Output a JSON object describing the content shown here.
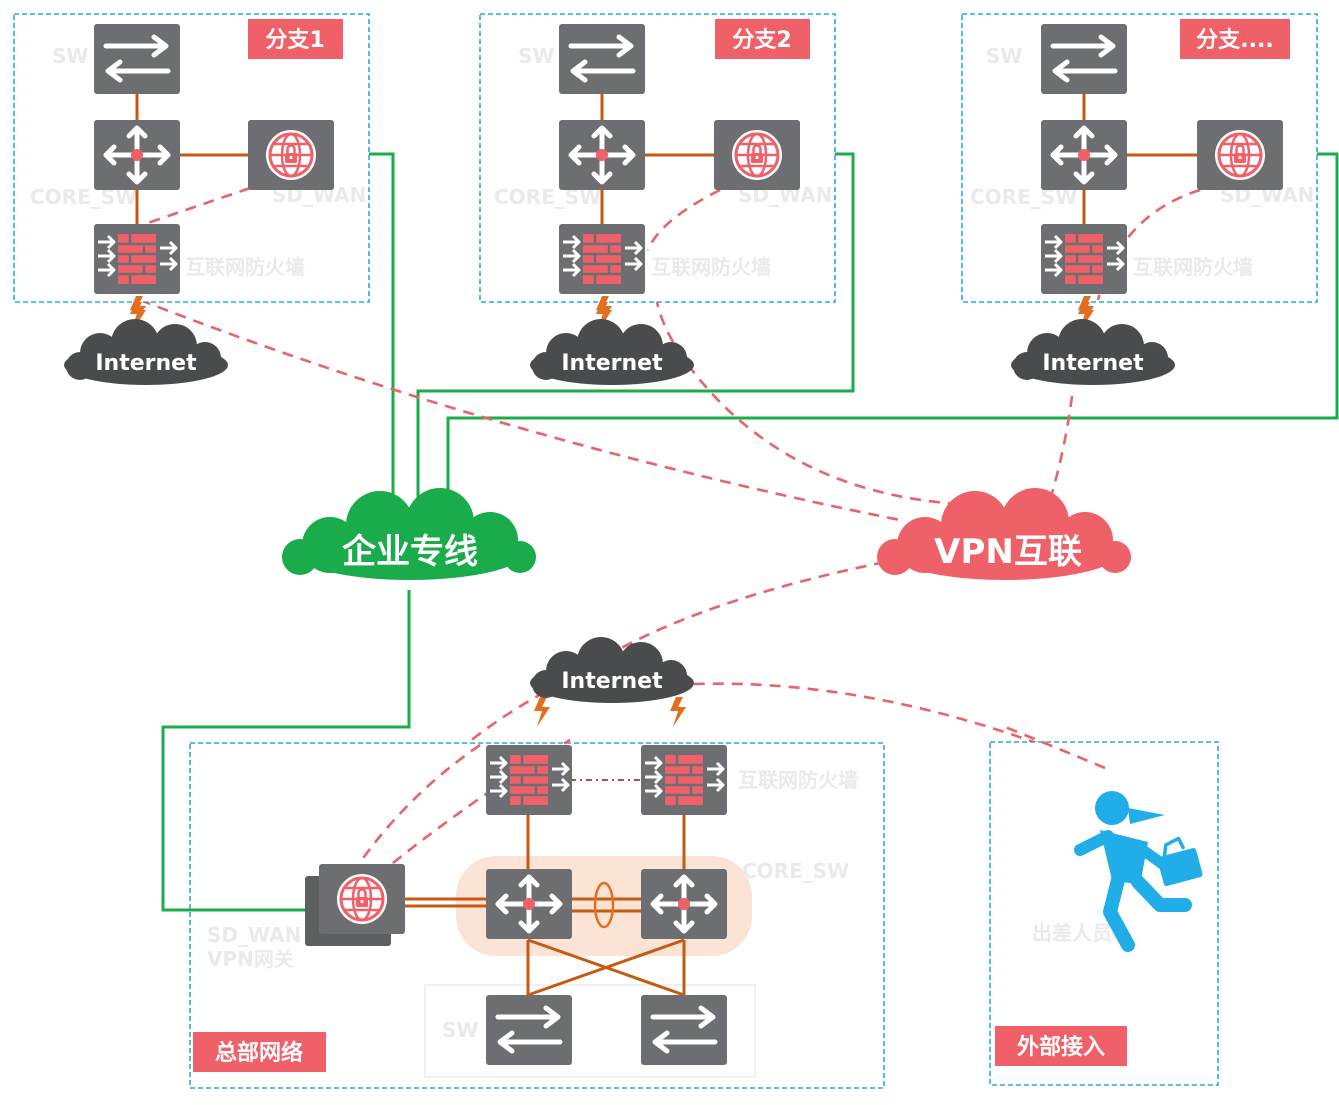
{
  "branches": [
    {
      "tag": "分支1",
      "sw": "SW",
      "core": "CORE_SW",
      "sdwan": "SD_WAN",
      "firewall": "互联网防火墙",
      "internet": "Internet"
    },
    {
      "tag": "分支2",
      "sw": "SW",
      "core": "CORE_SW",
      "sdwan": "SD_WAN",
      "firewall": "互联网防火墙",
      "internet": "Internet"
    },
    {
      "tag": "分支....",
      "sw": "SW",
      "core": "CORE_SW",
      "sdwan": "SD_WAN",
      "firewall": "互联网防火墙",
      "internet": "Internet"
    }
  ],
  "clouds": {
    "leased_line": "企业专线",
    "vpn": "VPN互联",
    "hq_internet": "Internet"
  },
  "hq": {
    "tag": "总部网络",
    "firewall": "互联网防火墙",
    "core": "CORE_SW",
    "sdwan": "SD_WAN",
    "vpn_gateway": "VPN网关",
    "sw": "SW"
  },
  "external": {
    "tag": "外部接入",
    "traveler": "出差人员"
  },
  "colors": {
    "device": "#6d6e71",
    "tag": "#f06068",
    "box_border": "#29a8e0",
    "copper": "#c55a11",
    "leased_line": "#1aab4a",
    "vpn_dashed": "#e8636a",
    "internet_cloud": "#4a4b4d",
    "leased_cloud": "#1aab4a",
    "vpn_cloud": "#ee6168",
    "traveler": "#21aee8"
  }
}
